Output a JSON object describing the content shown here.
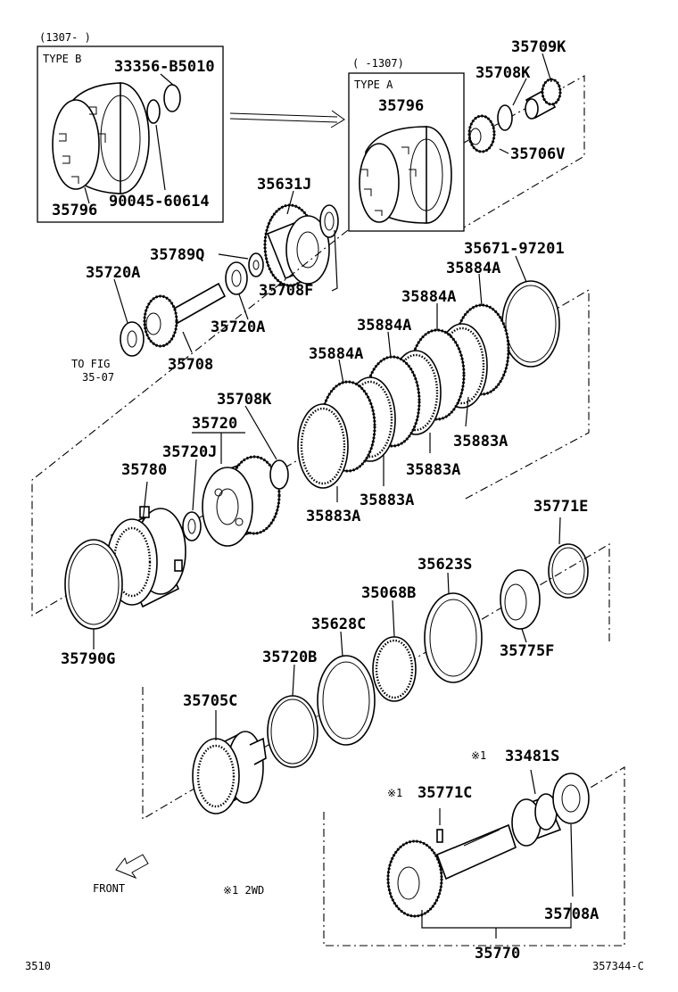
{
  "boxes": {
    "type_b": {
      "range": "(1307-    )",
      "title": "TYPE B"
    },
    "type_a": {
      "range": "(    -1307)",
      "title": "TYPE A"
    }
  },
  "notes": {
    "to_fig": "TO FIG",
    "fig_ref": "35-07",
    "front": "FRONT",
    "footnote": "※1 2WD",
    "page_left": "3510",
    "page_right": "357344-C",
    "mark_33481s": "※1",
    "mark_35771c": "※1"
  },
  "parts": {
    "p33356": "33356-B5010",
    "p35796_b": "35796",
    "p90045": "90045-60614",
    "p35796_a": "35796",
    "p35709k": "35709K",
    "p35708k_top": "35708K",
    "p35706v": "35706V",
    "p35631j": "35631J",
    "p35789q": "35789Q",
    "p35720a_left": "35720A",
    "p35708f": "35708F",
    "p35720a_right": "35720A",
    "p35708": "35708",
    "p35671": "35671-97201",
    "p35884a_1": "35884A",
    "p35884a_2": "35884A",
    "p35884a_3": "35884A",
    "p35884a_4": "35884A",
    "p35708k_mid": "35708K",
    "p35720": "35720",
    "p35720j": "35720J",
    "p35780": "35780",
    "p35883a_1": "35883A",
    "p35883a_2": "35883A",
    "p35883a_3": "35883A",
    "p35883a_4": "35883A",
    "p35771e": "35771E",
    "p35623s": "35623S",
    "p35068b": "35068B",
    "p35628c": "35628C",
    "p35775f": "35775F",
    "p35790g": "35790G",
    "p35720b": "35720B",
    "p35705c": "35705C",
    "p33481s": "33481S",
    "p35771c": "35771C",
    "p35708a": "35708A",
    "p35770": "35770"
  },
  "icons": {
    "front_arrow": "front-arrow-icon",
    "replace_arrow": "supersession-arrow-icon"
  }
}
